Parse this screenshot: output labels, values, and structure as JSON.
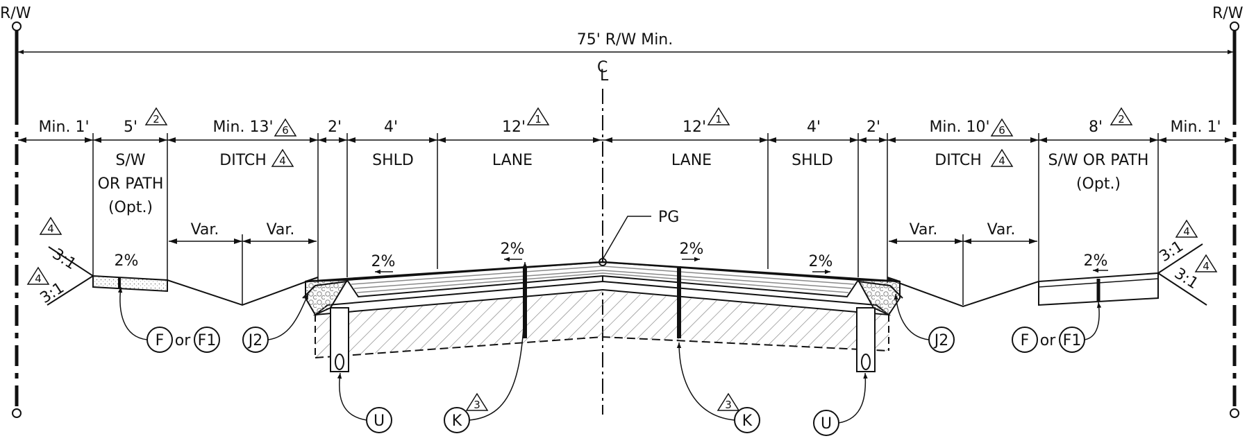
{
  "row": {
    "left": "R/W",
    "right": "R/W",
    "min_label": "75' R/W Min."
  },
  "centerline": {
    "c": "C",
    "l": "L"
  },
  "pg_label": "PG",
  "dims_left": {
    "min1": "Min. 1'",
    "sw5": "5'",
    "ditch13": "Min. 13'",
    "d2": "2'",
    "shld4": "4'",
    "lane12": "12'"
  },
  "dims_right": {
    "lane12": "12'",
    "shld4": "4'",
    "d2": "2'",
    "ditch10": "Min. 10'",
    "path8": "8'",
    "min1": "Min. 1'"
  },
  "zones_left": {
    "sw_line1": "S/W",
    "sw_line2": "OR PATH",
    "sw_line3": "(Opt.)",
    "ditch": "DITCH",
    "shld": "SHLD",
    "lane": "LANE"
  },
  "zones_right": {
    "lane": "LANE",
    "shld": "SHLD",
    "ditch": "DITCH",
    "path_line1": "S/W OR PATH",
    "path_line2": "(Opt.)"
  },
  "notes": {
    "n1": "1",
    "n2": "2",
    "n3": "3",
    "n4": "4",
    "n6": "6"
  },
  "var": "Var.",
  "slopes": {
    "pct": "2%",
    "s31": "3:1"
  },
  "callouts": {
    "f": "F",
    "or": "or",
    "f1": "F1",
    "j2": "J2",
    "u": "U",
    "k": "K"
  }
}
